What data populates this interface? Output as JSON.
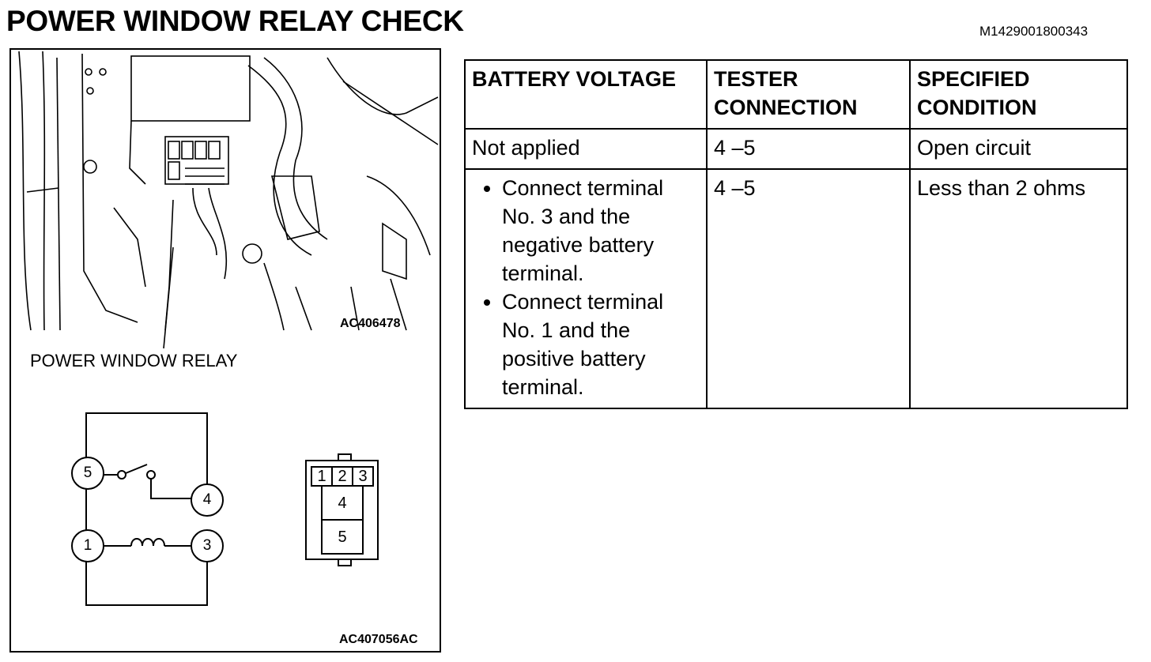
{
  "header": {
    "title": "POWER WINDOW RELAY CHECK",
    "doc_id": "M1429001800343"
  },
  "figure": {
    "photo_code": "AC406478",
    "relay_label": "POWER WINDOW RELAY",
    "diagram_code": "AC407056AC",
    "circuit_terminals": [
      "5",
      "4",
      "1",
      "3"
    ],
    "connector_terminals": [
      "1",
      "2",
      "3",
      "4",
      "5"
    ]
  },
  "table": {
    "headers": [
      "BATTERY VOLTAGE",
      "TESTER CONNECTION",
      "SPECIFIED CONDITION"
    ],
    "rows": [
      {
        "voltage": "Not applied",
        "connection": "4 –5",
        "condition": "Open circuit"
      },
      {
        "voltage_steps": [
          "Connect terminal No. 3 and the negative battery terminal.",
          "Connect terminal No. 1 and the positive battery terminal."
        ],
        "connection": "4 –5",
        "condition": "Less than 2 ohms"
      }
    ]
  }
}
